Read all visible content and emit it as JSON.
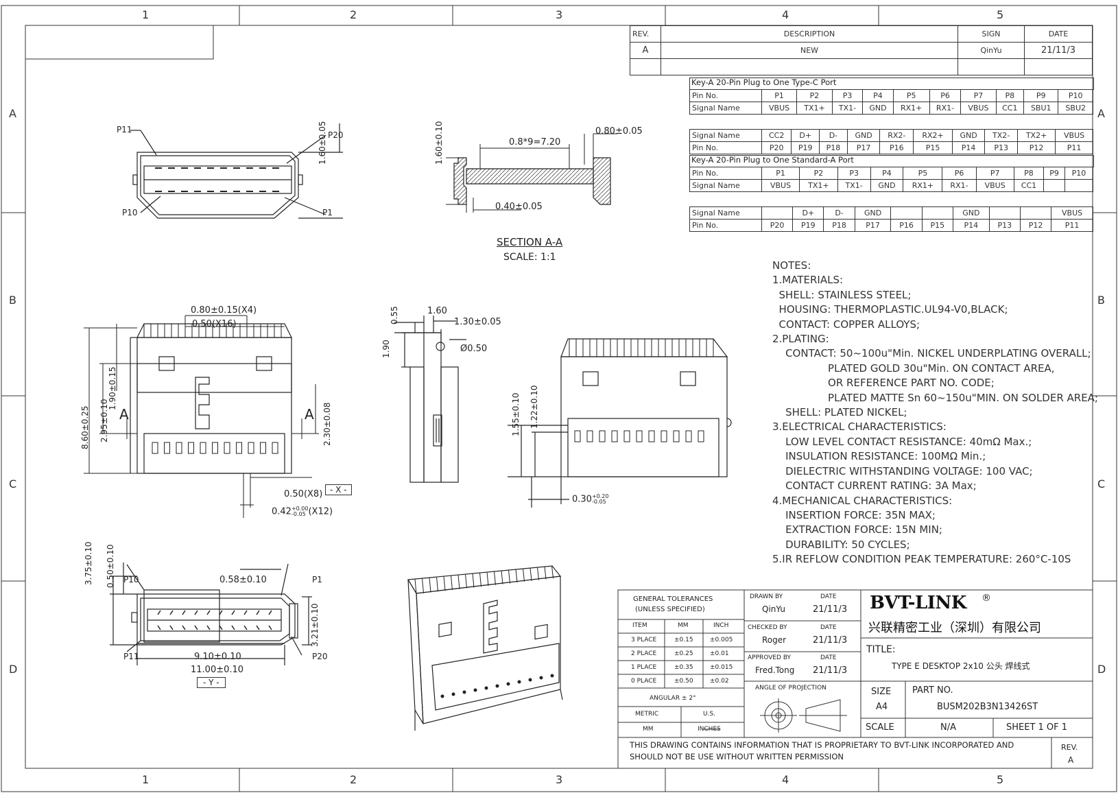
{
  "zones": {
    "columns": [
      "1",
      "2",
      "3",
      "4",
      "5"
    ],
    "rows": [
      "A",
      "B",
      "C",
      "D"
    ]
  },
  "revision_block": {
    "headers": {
      "rev": "REV.",
      "description": "DESCRIPTION",
      "sign": "SIGN",
      "date": "DATE"
    },
    "rows": [
      {
        "rev": "A",
        "description": "NEW",
        "sign": "QinYu",
        "date": "21/11/3"
      }
    ]
  },
  "pin_tables": {
    "typec": {
      "title": "Key-A 20-Pin Plug to One Type-C Port",
      "rows": [
        {
          "label": "Pin No.",
          "cells": [
            "P1",
            "P2",
            "P3",
            "P4",
            "P5",
            "P6",
            "P7",
            "P8",
            "P9",
            "P10"
          ]
        },
        {
          "label": "Signal Name",
          "cells": [
            "VBUS",
            "TX1+",
            "TX1-",
            "GND",
            "RX1+",
            "RX1-",
            "VBUS",
            "CC1",
            "SBU1",
            "SBU2"
          ]
        },
        {
          "label": "Signal Name",
          "cells": [
            "CC2",
            "D+",
            "D-",
            "GND",
            "RX2-",
            "RX2+",
            "GND",
            "TX2-",
            "TX2+",
            "VBUS"
          ]
        },
        {
          "label": "Pin No.",
          "cells": [
            "P20",
            "P19",
            "P18",
            "P17",
            "P16",
            "P15",
            "P14",
            "P13",
            "P12",
            "P11"
          ]
        }
      ]
    },
    "stda": {
      "title": "Key-A 20-Pin Plug to One Standard-A Port",
      "rows": [
        {
          "label": "Pin No.",
          "cells": [
            "P1",
            "P2",
            "P3",
            "P4",
            "P5",
            "P6",
            "P7",
            "P8",
            "P9",
            "P10"
          ]
        },
        {
          "label": "Signal Name",
          "cells": [
            "VBUS",
            "TX1+",
            "TX1-",
            "GND",
            "RX1+",
            "RX1-",
            "VBUS",
            "CC1",
            "",
            ""
          ]
        },
        {
          "label": "Signal Name",
          "cells": [
            "",
            "D+",
            "D-",
            "GND",
            "",
            "",
            "GND",
            "",
            "",
            "VBUS"
          ]
        },
        {
          "label": "Pin No.",
          "cells": [
            "P20",
            "P19",
            "P18",
            "P17",
            "P16",
            "P15",
            "P14",
            "P13",
            "P12",
            "P11"
          ]
        }
      ]
    }
  },
  "notes": {
    "lines": [
      "NOTES:",
      "1.MATERIALS:",
      "  SHELL: STAINLESS STEEL;",
      "  HOUSING: THERMOPLASTIC.UL94-V0,BLACK;",
      "  CONTACT: COPPER ALLOYS;",
      "2.PLATING:",
      "    CONTACT: 50~100u\"Min. NICKEL UNDERPLATING OVERALL;",
      "                 PLATED GOLD 30u\"Min. ON CONTACT AREA,",
      "                 OR REFERENCE PART NO. CODE;",
      "                 PLATED MATTE Sn 60~150u\"MIN. ON SOLDER AREA;",
      "    SHELL: PLATED NICKEL;",
      "3.ELECTRICAL CHARACTERISTICS:",
      "    LOW LEVEL CONTACT RESISTANCE: 40mΩ Max.;",
      "    INSULATION RESISTANCE: 100MΩ Min.;",
      "    DIELECTRIC WITHSTANDING VOLTAGE: 100 VAC;",
      "    CONTACT CURRENT RATING: 3A Max;",
      "4.MECHANICAL CHARACTERISTICS:",
      "    INSERTION FORCE: 35N MAX;",
      "    EXTRACTION FORCE: 15N MIN;",
      "    DURABILITY: 50 CYCLES;",
      "5.IR REFLOW CONDITION PEAK TEMPERATURE: 260°C-10S"
    ]
  },
  "dimensions": {
    "top_view": {
      "p11": "P11",
      "p20": "P20",
      "p10": "P10",
      "p1": "P1",
      "height": "1.60±0.05"
    },
    "section": {
      "h": "1.60±0.10",
      "pitch": "0.8*9=7.20",
      "w": "0.80±0.05",
      "gap": "0.40±0.05",
      "title": "SECTION A-A",
      "scale": "SCALE: 1:1"
    },
    "front": {
      "d1": "0.80±0.15(X4)",
      "d2": "0.50(X16)",
      "h1": "8.60±0.25",
      "h2": "1.90±0.15",
      "h3": "2.95±0.10",
      "h4": "2.30±0.08",
      "a": "A",
      "d3": "0.50(X8)",
      "x": "- X -",
      "d4": "0.42",
      "d4_tol_up": "+0.00",
      "d4_tol_dn": "-0.05",
      "d4_count": "(X12)"
    },
    "side": {
      "d1": "0.55",
      "d2": "1.60",
      "d3": "1.30±0.05",
      "d4": "1.90",
      "d5": "Ø0.50"
    },
    "back": {
      "h1": "1.55±0.10",
      "h2": "1.22±0.10",
      "d1": "0.30",
      "d1_tol_up": "+0.20",
      "d1_tol_dn": "-0.05"
    },
    "bottom_view": {
      "h1": "3.75±0.10",
      "h2": "0.50±0.10",
      "p10": "P10",
      "p1": "P1",
      "w1": "0.58±0.10",
      "h3": "3.21±0.10",
      "p11": "P11",
      "p20": "P20",
      "w2": "9.10±0.10",
      "w3": "11.00±0.10",
      "y": "- Y -"
    }
  },
  "title_block": {
    "tolerances": {
      "header": "GENERAL TOLERANCES",
      "header2": "(UNLESS SPECIFIED)",
      "cols": [
        "ITEM",
        "MM",
        "INCH"
      ],
      "rows": [
        [
          "3 PLACE",
          "±0.15",
          "±0.005"
        ],
        [
          "2 PLACE",
          "±0.25",
          "±0.01"
        ],
        [
          "1 PLACE",
          "±0.35",
          "±0.015"
        ],
        [
          "0 PLACE",
          "±0.50",
          "±0.02"
        ]
      ],
      "angular": "ANGULAR ± 2°",
      "metric": "METRIC",
      "us": "U.S.",
      "mm": "MM",
      "inches": "INCHES"
    },
    "drawn_by": {
      "label": "DRAWN BY",
      "name": "QinYu",
      "date_label": "DATE",
      "date": "21/11/3"
    },
    "checked_by": {
      "label": "CHECKED BY",
      "name": "Roger",
      "date_label": "DATE",
      "date": "21/11/3"
    },
    "approved_by": {
      "label": "APPROVED BY",
      "name": "Fred.Tong",
      "date_label": "DATE",
      "date": "21/11/3"
    },
    "projection_label": "ANGLE OF PROJECTION",
    "company": "BVT-LINK",
    "registered": "®",
    "company_cn": "兴联精密工业（深圳）有限公司",
    "title_label": "TITLE:",
    "title": "TYPE E DESKTOP 2x10 公头 焊线式",
    "size_label": "SIZE",
    "size": "A4",
    "part_label": "PART NO.",
    "part": "BUSM202B3N13426ST",
    "scale_label": "SCALE",
    "scale": "N/A",
    "sheet": "SHEET 1 OF 1",
    "proprietary_1": "THIS DRAWING CONTAINS INFORMATION THAT IS PROPRIETARY TO BVT-LINK INCORPORATED AND",
    "proprietary_2": "SHOULD NOT BE USE WITHOUT WRITTEN PERMISSION",
    "rev_label": "REV.",
    "rev": "A"
  }
}
